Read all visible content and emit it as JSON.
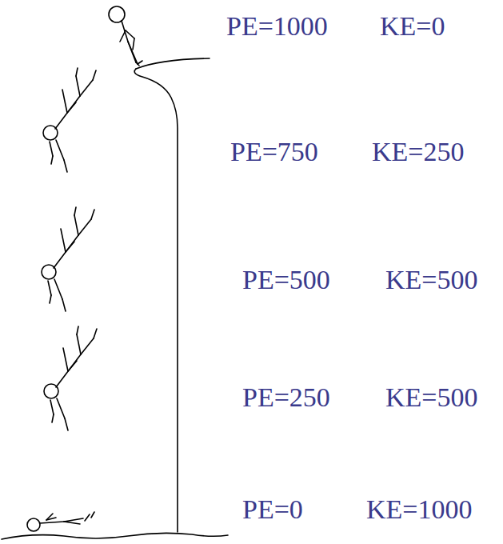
{
  "diagram": {
    "labels": [
      "PE=1000",
      "KE=0",
      "PE=750",
      "KE=250",
      "PE=500",
      "KE=500",
      "PE=250",
      "KE=500",
      "PE=0",
      "KE=1000"
    ]
  }
}
